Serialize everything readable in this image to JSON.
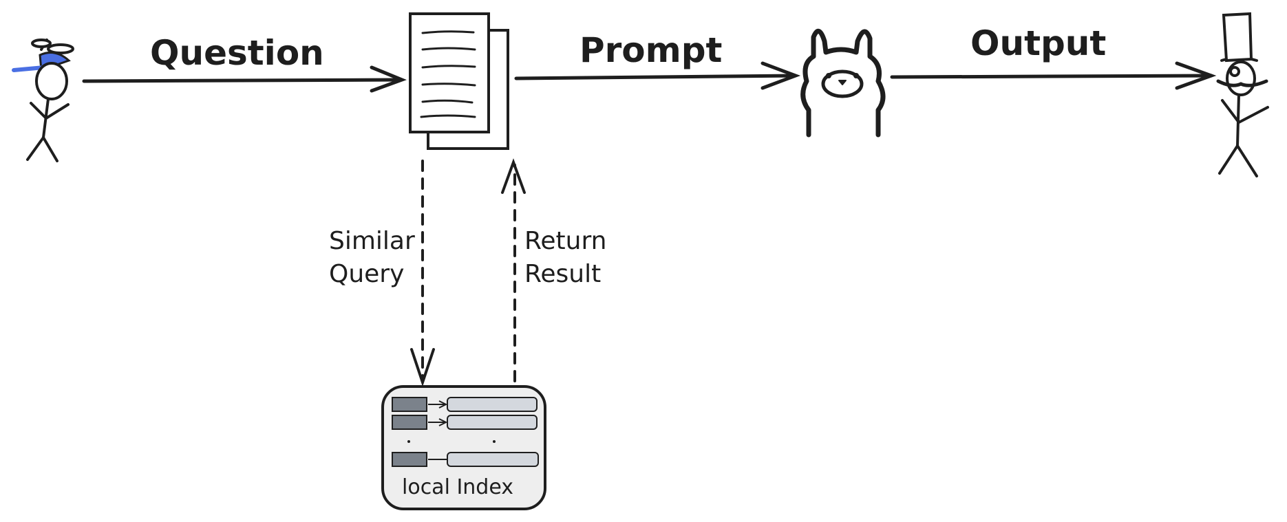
{
  "labels": {
    "question": "Question",
    "prompt": "Prompt",
    "output": "Output",
    "similar_line1": "Similar",
    "similar_line2": "Query",
    "return_line1": "Return",
    "return_line2": "Result",
    "local_index": "local Index"
  },
  "icons": {
    "user": "stick-figure-with-propeller-cap",
    "document": "stacked-documents",
    "model": "llama-head",
    "recipient": "stick-figure-with-top-hat-and-monocle"
  },
  "colors": {
    "ink": "#1e1e1e",
    "cap": "#4a6fe3",
    "index_fill": "#eeeeee",
    "key_fill": "#7b828b",
    "value_fill": "#d4d8de"
  }
}
